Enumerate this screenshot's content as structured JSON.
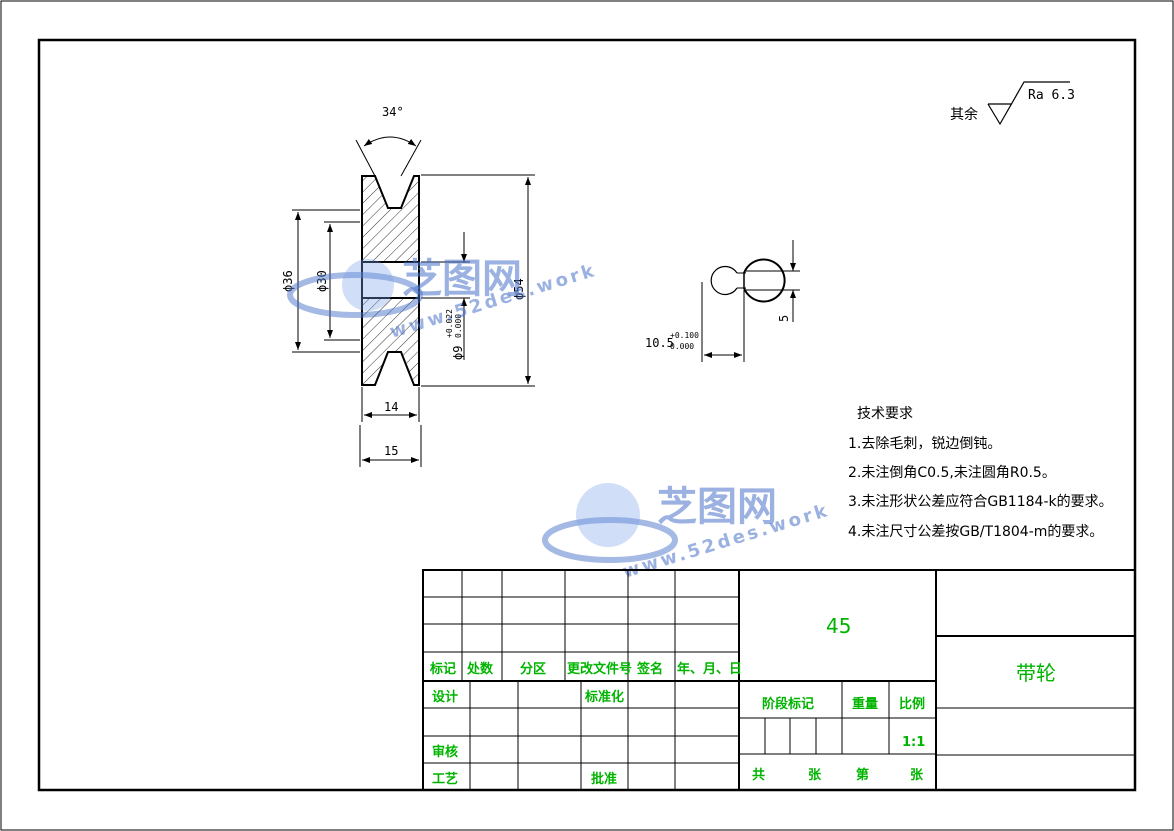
{
  "dimensions": {
    "angle": "34°",
    "dia36": "ϕ36",
    "dia30": "ϕ30",
    "dia54": "ϕ54",
    "dia9": "ϕ9",
    "dia9_tol_up": "+0.022",
    "dia9_tol_low": "0.000",
    "width14": "14",
    "width15": "15",
    "key_depth": "10.5",
    "key_tol_up": "+0.100",
    "key_tol_low": "0.000",
    "key_width": "5"
  },
  "roughness": {
    "label": "其余",
    "value": "Ra 6.3"
  },
  "tech_requirements": {
    "title": "技术要求",
    "items": [
      "1.去除毛刺，锐边倒钝。",
      "2.未注倒角C0.5,未注圆角R0.5。",
      "3.未注形状公差应符合GB1184-k的要求。",
      "4.未注尺寸公差按GB/T1804-m的要求。"
    ]
  },
  "title_block": {
    "material": "45",
    "part_name": "带轮",
    "header_cells": [
      "标记",
      "处数",
      "分区",
      "更改文件号",
      "签名",
      "年、月、日"
    ],
    "design": "设计",
    "standardize": "标准化",
    "check": "审核",
    "process": "工艺",
    "approve": "批准",
    "stage_mark": "阶段标记",
    "weight": "重量",
    "scale_label": "比例",
    "scale_value": "1:1",
    "sheets_total": "共",
    "sheets_zhang1": "张",
    "sheet_no": "第",
    "sheets_zhang2": "张"
  },
  "watermark": {
    "brand": "芝图网",
    "url": "www.52des.work"
  }
}
